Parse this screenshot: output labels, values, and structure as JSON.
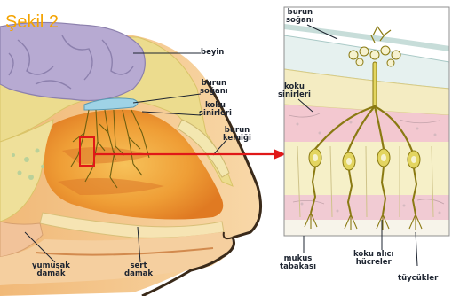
{
  "figure": {
    "title": "Şekil 2",
    "labels": {
      "beyin": "beyin",
      "burun_sogani_left": [
        "burun",
        "soğanı"
      ],
      "koku_sinirleri_left": [
        "koku",
        "sinirleri"
      ],
      "burun_kemigi": [
        "burun",
        "kemiği"
      ],
      "yumusak_damak": [
        "yumuşak",
        "damak"
      ],
      "sert_damak": [
        "sert",
        "damak"
      ],
      "burun_sogani_right": [
        "burun",
        "soğanı"
      ],
      "koku_sinirleri_right": [
        "koku",
        "sinirleri"
      ],
      "mukus_tabakasi": [
        "mukus",
        "tabakası"
      ],
      "koku_alici_hucreler": [
        "koku alıcı",
        "hücreler"
      ],
      "tuycukler": "tüycükler"
    }
  },
  "colors": {
    "title": "#f4a300",
    "brain": "#b3a6cf",
    "bone": "#ead98a",
    "cavity": "#f0a43a",
    "tissue": "#f5c98f",
    "nerve": "#8a7a12",
    "arrow": "#e01818",
    "receptor": "#e3d560",
    "pink_layer": "#f1cbd3"
  }
}
